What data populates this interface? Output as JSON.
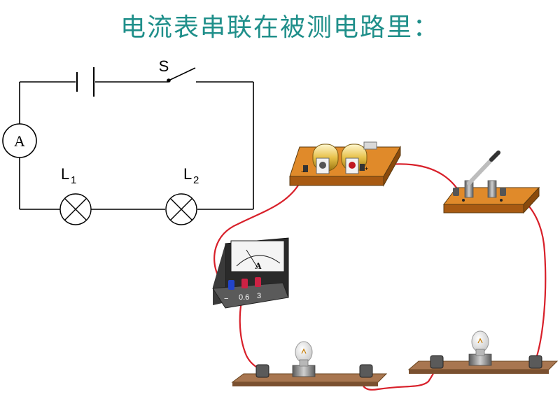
{
  "title": "电流表串联在被测电路里：",
  "schematic": {
    "ammeter_symbol": "A",
    "switch_label": "S",
    "lamp1_label": "L",
    "lamp1_sub": "1",
    "lamp2_label": "L",
    "lamp2_sub": "2"
  },
  "ammeter_device": {
    "face_letter": "A",
    "terminal_minus": "−",
    "terminal_06": "0.6",
    "terminal_3": "3"
  },
  "colors": {
    "title": "#1f8f8a",
    "wire_red": "#d8202a",
    "board_orange": "#e08a2a",
    "board_brown": "#9a6a40"
  }
}
